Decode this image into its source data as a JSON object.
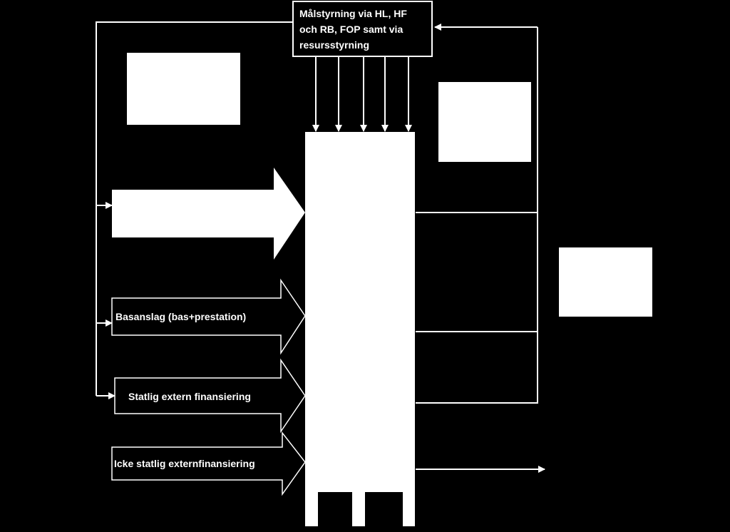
{
  "top_box": {
    "lines": [
      "Målstyrning via HL, HF",
      "och RB, FOP samt via",
      "resursstyrning"
    ]
  },
  "arrows": {
    "basanslag": "Basanslag (bas+prestation)",
    "statlig": "Statlig extern finansiering",
    "icke_statlig": "Icke statlig externfinansiering"
  },
  "colors": {
    "background": "#000000",
    "foreground": "#ffffff"
  }
}
